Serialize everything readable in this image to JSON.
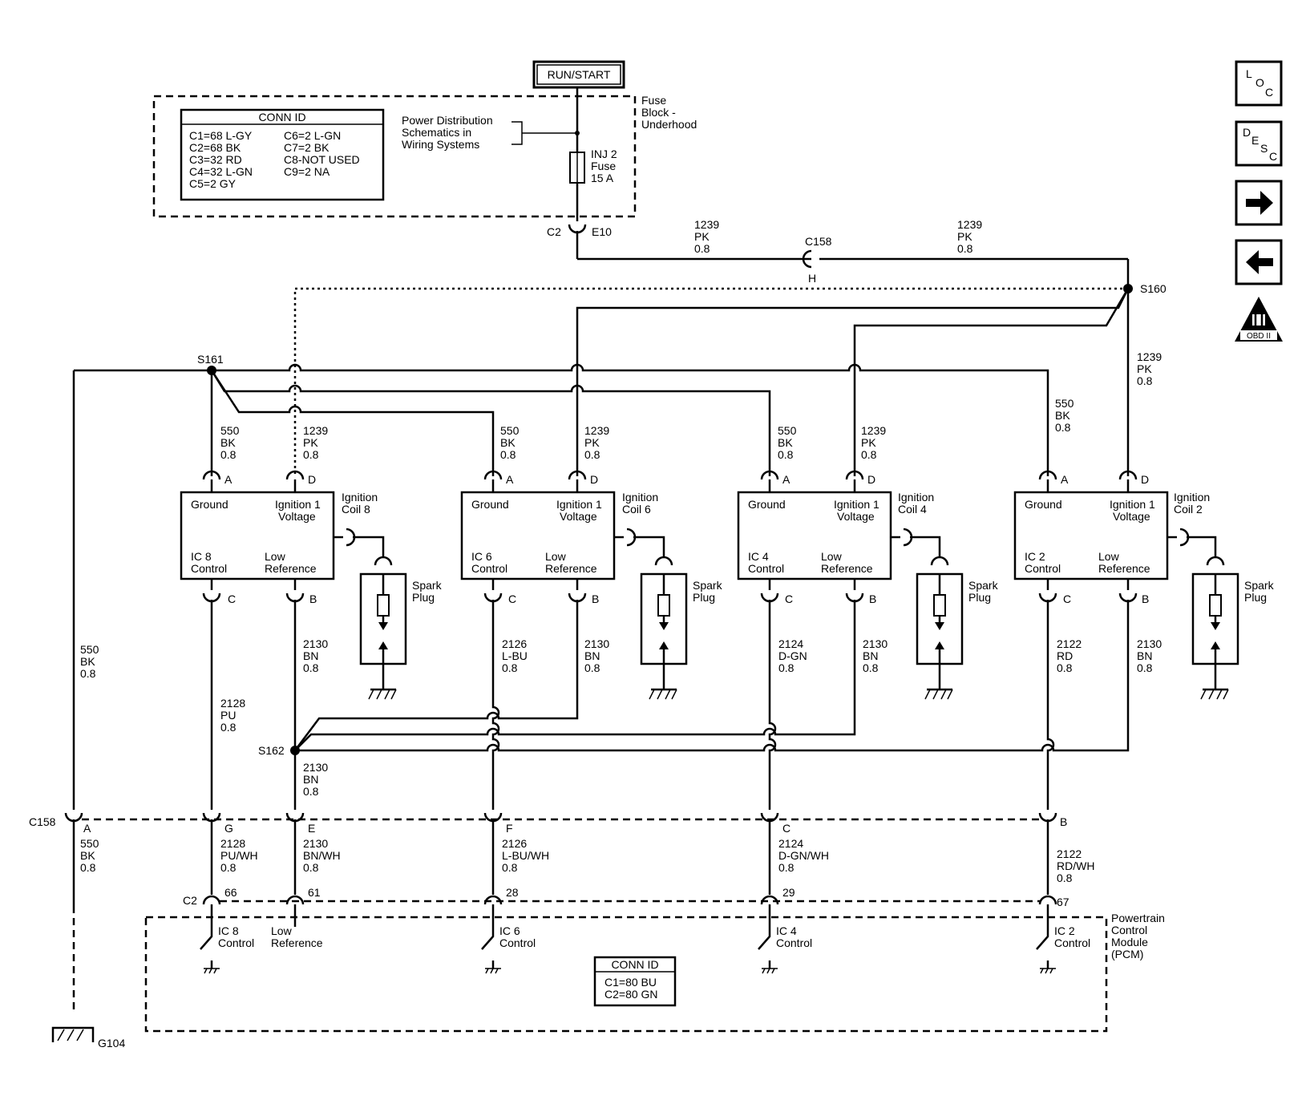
{
  "run_start": "RUN/START",
  "conn_table_1": {
    "title": "CONN ID",
    "left": [
      "C1=68 L-GY",
      "C2=68 BK",
      "C3=32 RD",
      "C4=32 L-GN",
      "C5=2 GY"
    ],
    "right": [
      "C6=2 L-GN",
      "C7=2 BK",
      "C8-NOT USED",
      "C9=2 NA"
    ]
  },
  "power_dist": [
    "Power Distribution",
    "Schematics in",
    "Wiring  Systems"
  ],
  "fuse_block": [
    "Fuse",
    "Block -",
    "Underhood"
  ],
  "fuse": [
    "INJ 2",
    "Fuse",
    "15 A"
  ],
  "c2": "C2",
  "e10": "E10",
  "c158": "C158",
  "h": "H",
  "splices": {
    "s160": "S160",
    "s161": "S161",
    "s162": "S162"
  },
  "wire_pk": [
    "1239",
    "PK",
    "0.8"
  ],
  "wire_bk": [
    "550",
    "BK",
    "0.8"
  ],
  "wire_bn": [
    "2130",
    "BN",
    "0.8"
  ],
  "ground_g104": "G104",
  "pin_letters": {
    "a": "A",
    "b": "B",
    "c": "C",
    "d": "D",
    "e": "E",
    "f": "F",
    "g": "G"
  },
  "coil_labels": {
    "ground": "Ground",
    "ign1": [
      "Ignition 1",
      "Voltage"
    ],
    "low_ref": [
      "Low",
      "Reference"
    ],
    "spark_plug": [
      "Spark",
      "Plug"
    ]
  },
  "coils": [
    {
      "ic": "IC 8",
      "control": "Control",
      "name": [
        "Ignition",
        "Coil 8"
      ],
      "ctl_wire": [
        "2128",
        "PU",
        "0.8"
      ]
    },
    {
      "ic": "IC 6",
      "control": "Control",
      "name": [
        "Ignition",
        "Coil 6"
      ],
      "ctl_wire": [
        "2126",
        "L-BU",
        "0.8"
      ]
    },
    {
      "ic": "IC 4",
      "control": "Control",
      "name": [
        "Ignition",
        "Coil 4"
      ],
      "ctl_wire": [
        "2124",
        "D-GN",
        "0.8"
      ]
    },
    {
      "ic": "IC 2",
      "control": "Control",
      "name": [
        "Ignition",
        "Coil 2"
      ],
      "ctl_wire": [
        "2122",
        "RD",
        "0.8"
      ]
    }
  ],
  "lower_wires": {
    "bk": [
      "550",
      "BK",
      "0.8"
    ],
    "pu_wh": [
      "2128",
      "PU/WH",
      "0.8"
    ],
    "bn_wh": [
      "2130",
      "BN/WH",
      "0.8"
    ],
    "lbu_wh": [
      "2126",
      "L-BU/WH",
      "0.8"
    ],
    "dgn_wh": [
      "2124",
      "D-GN/WH",
      "0.8"
    ],
    "rd_wh": [
      "2122",
      "RD/WH",
      "0.8"
    ]
  },
  "pcm_pins": [
    "66",
    "61",
    "28",
    "29",
    "67"
  ],
  "pcm_labels": {
    "ic8": [
      "IC 8",
      "Control"
    ],
    "lowref": [
      "Low",
      "Reference"
    ],
    "ic6": [
      "IC 6",
      "Control"
    ],
    "ic4": [
      "IC 4",
      "Control"
    ],
    "ic2": [
      "IC 2",
      "Control"
    ],
    "pcm": [
      "Powertrain",
      "Control",
      "Module",
      "(PCM)"
    ]
  },
  "conn_table_2": {
    "title": "CONN ID",
    "rows": [
      "C1=80 BU",
      "C2=80 GN"
    ]
  },
  "nav": {
    "loc": [
      "L",
      "O",
      "C"
    ],
    "desc": [
      "D",
      "E",
      "S",
      "C"
    ],
    "badge": "OBD II"
  }
}
